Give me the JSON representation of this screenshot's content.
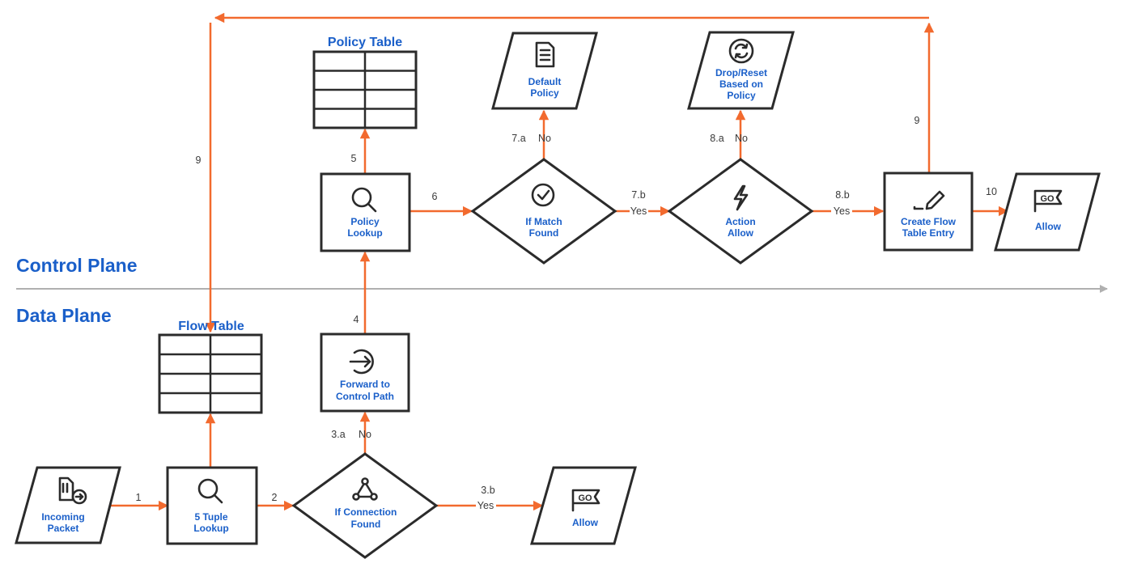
{
  "planes": {
    "control": "Control Plane",
    "data": "Data Plane"
  },
  "tables": {
    "policy": "Policy Table",
    "flow": "Flow Table"
  },
  "nodes": {
    "incoming_packet": [
      "Incoming",
      "Packet"
    ],
    "tuple_lookup": [
      "5 Tuple",
      "Lookup"
    ],
    "if_connection_found": [
      "If Connection",
      "Found"
    ],
    "allow_data": [
      "Allow"
    ],
    "forward_control": [
      "Forward to",
      "Control Path"
    ],
    "policy_lookup": [
      "Policy",
      "Lookup"
    ],
    "if_match_found": [
      "If Match",
      "Found"
    ],
    "default_policy": [
      "Default",
      "Policy"
    ],
    "action_allow": [
      "Action",
      "Allow"
    ],
    "drop_reset": [
      "Drop/Reset",
      "Based on",
      "Policy"
    ],
    "create_flow_entry": [
      "Create Flow",
      "Table Entry"
    ],
    "allow_control": [
      "Allow"
    ]
  },
  "edge_labels": {
    "e1": "1",
    "e2": "2",
    "e3a_step": "3.a",
    "e3a_cond": "No",
    "e3b_step": "3.b",
    "e3b_cond": "Yes",
    "e4": "4",
    "e5": "5",
    "e6": "6",
    "e7a_step": "7.a",
    "e7a_cond": "No",
    "e7b_step": "7.b",
    "e7b_cond": "Yes",
    "e8a_step": "8.a",
    "e8a_cond": "No",
    "e8b_step": "8.b",
    "e8b_cond": "Yes",
    "e9_right": "9",
    "e9_left": "9",
    "e10": "10"
  },
  "icons": {
    "incoming_packet": "packet-file-icon",
    "tuple_lookup": "magnifier-icon",
    "if_connection_found": "network-triangle-icon",
    "allow_data": "go-flag-icon",
    "forward_control": "enter-arrow-icon",
    "policy_lookup": "magnifier-icon",
    "if_match_found": "check-circle-icon",
    "default_policy": "document-icon",
    "action_allow": "lightning-icon",
    "drop_reset": "refresh-icon",
    "create_flow_entry": "pencil-icon",
    "allow_control": "go-flag-icon",
    "go_flag_text": "GO"
  },
  "colors": {
    "accent": "#f26a2e",
    "label_blue": "#1a5fc9",
    "outline": "#2b2b2b",
    "separator": "#b0b0b0"
  }
}
